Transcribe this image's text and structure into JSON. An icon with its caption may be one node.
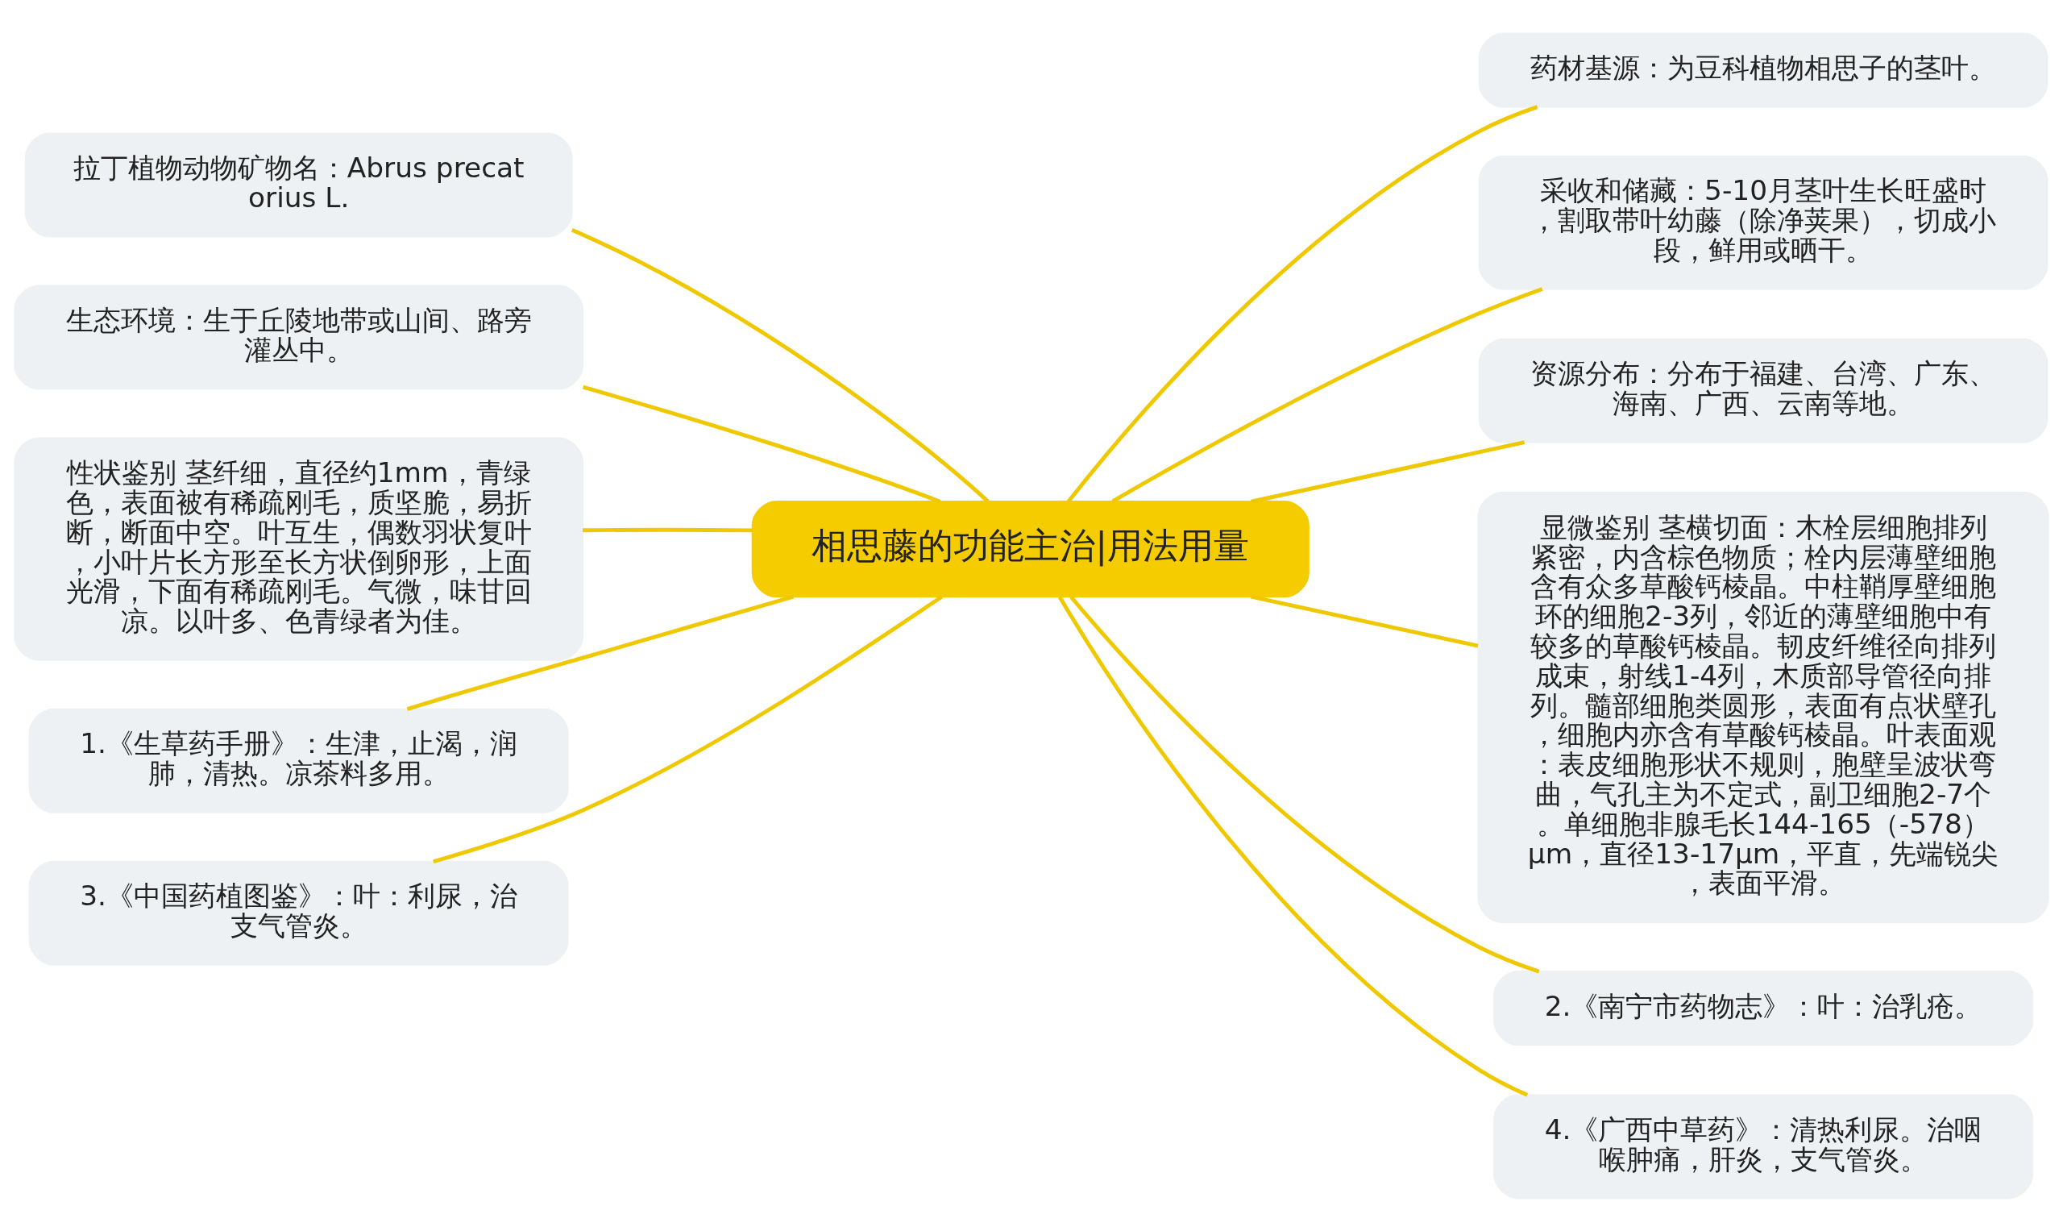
{
  "diagram": {
    "nodes": [
      {
        "text": [
          "相思藤的功能主治|用法用量"
        ]
      },
      {
        "text": [
          "药材基源：为豆科植物相思子的茎叶。"
        ]
      },
      {
        "text": [
          "拉丁植物动物矿物名：Abrus precatorius L."
        ]
      },
      {
        "text": [
          "采收和储藏：5-10月茎叶生长旺盛时，割取带叶幼藤（除净荚果），切成小段，鲜用或晒干。"
        ]
      },
      {
        "text": [
          "生态环境：生于丘陵地带或山间、路旁灌丛中。"
        ]
      },
      {
        "text": [
          "资源分布：分布于福建、台湾、广东、海南、广西、云南等地。"
        ]
      },
      {
        "text": [
          "性状鉴别 茎纤细，直径约1mm，青绿色，表面被有稀疏刚毛，质坚脆，易折断，断面中空。叶互生，偶数羽状复叶，小叶片长方形至长方状倒卵形，上面光滑，下面有稀疏刚毛。气微，味甘回凉。以叶多、色青绿者为佳。"
        ]
      },
      {
        "text": [
          "显微鉴别 茎横切面：木栓层细胞排列紧密，内含棕色物质；栓内层薄壁细胞含有众多草酸钙棱晶。中柱鞘厚壁细胞环的细胞2-3列，邻近的薄壁细胞中有较多的草酸钙棱晶。韧皮纤维径向排列成束，射线1-4列，木质部导管径向排列。髓部细胞类圆形，表面有点状壁孔，细胞内亦含有草酸钙棱晶。叶表面观：表皮细胞形状不规则，胞壁呈波状弯曲，气孔主为不定式，副卫细胞2-7个。单细胞非腺毛长144-165（-578）μm，直径13-17μm，平直，先端锐尖，表面平滑。"
        ]
      },
      {
        "text": [
          "1.《生草药手册》：生津，止渴，润肺，清热。凉茶料多用。"
        ]
      },
      {
        "text": [
          "3.《中国药植图鉴》：叶：利尿，治支气管炎。"
        ]
      },
      {
        "text": [
          "2.《南宁市药物志》：叶：治乳疮。"
        ]
      },
      {
        "text": [
          "4.《广西中草药》：清热利尿。治咽喉肿痛，肝炎，支气管炎。"
        ]
      }
    ],
    "edges": [
      {
        "from": 0,
        "to": 1,
        "arrow": "none"
      },
      {
        "from": 0,
        "to": 2,
        "arrow": "none"
      },
      {
        "from": 0,
        "to": 3,
        "arrow": "none"
      },
      {
        "from": 0,
        "to": 4,
        "arrow": "none"
      },
      {
        "from": 0,
        "to": 5,
        "arrow": "none"
      },
      {
        "from": 0,
        "to": 6,
        "arrow": "none"
      },
      {
        "from": 0,
        "to": 7,
        "arrow": "none"
      },
      {
        "from": 0,
        "to": 8,
        "arrow": "none"
      },
      {
        "from": 0,
        "to": 9,
        "arrow": "none"
      },
      {
        "from": 0,
        "to": 10,
        "arrow": "none"
      },
      {
        "from": 0,
        "to": 11,
        "arrow": "none"
      }
    ]
  }
}
